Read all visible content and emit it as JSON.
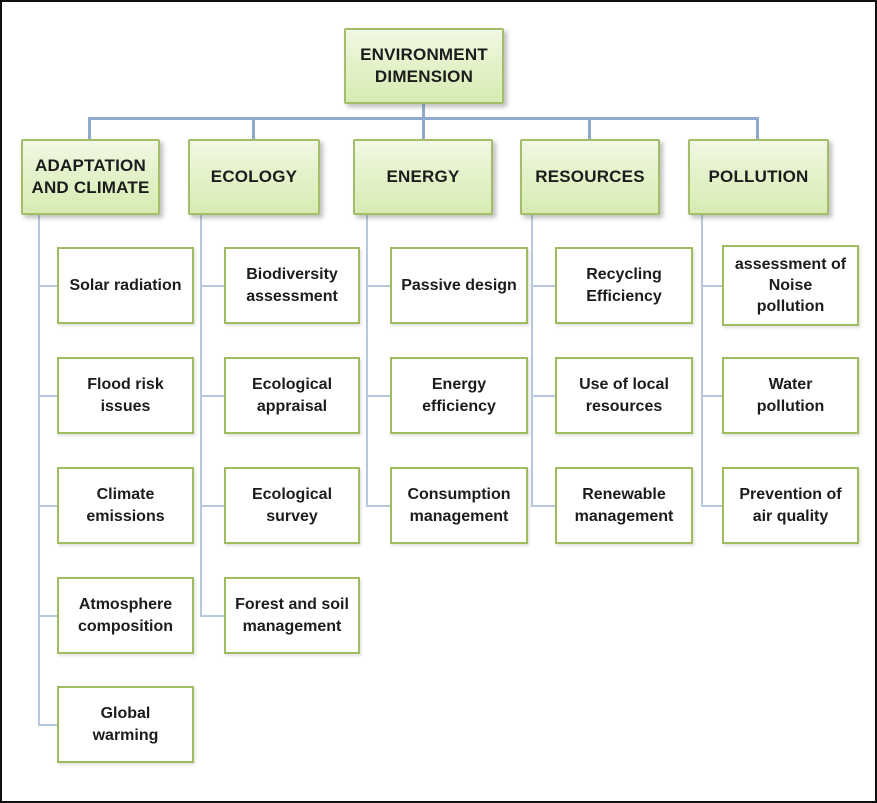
{
  "diagram": {
    "root": {
      "label": "ENVIRONMENT\nDIMENSION"
    },
    "branches": [
      {
        "label": "ADAPTATION\nAND CLIMATE",
        "children": [
          "Solar radiation",
          "Flood risk\nissues",
          "Climate\nemissions",
          "Atmosphere\ncomposition",
          "Global\nwarming"
        ]
      },
      {
        "label": "ECOLOGY",
        "children": [
          "Biodiversity\nassessment",
          "Ecological\nappraisal",
          "Ecological\nsurvey",
          "Forest and soil\nmanagement"
        ]
      },
      {
        "label": "ENERGY",
        "children": [
          "Passive design",
          "Energy\nefficiency",
          "Consumption\nmanagement"
        ]
      },
      {
        "label": "RESOURCES",
        "children": [
          "Recycling\nEfficiency",
          "Use of local\nresources",
          "Renewable\nmanagement"
        ]
      },
      {
        "label": "POLLUTION",
        "children": [
          "assessment of\nNoise\npollution",
          "Water\npollution",
          "Prevention of\nair quality"
        ]
      }
    ],
    "colors": {
      "node_fill_top": "#f2f8e6",
      "node_fill_bottom": "#d6ecb2",
      "node_border_green": "#a3bd68",
      "child_border_green": "#9fbc5f",
      "connector_primary_blue": "#8ea9cd",
      "connector_secondary_blue": "#b6c8de",
      "text": "#1c1c1c"
    }
  }
}
